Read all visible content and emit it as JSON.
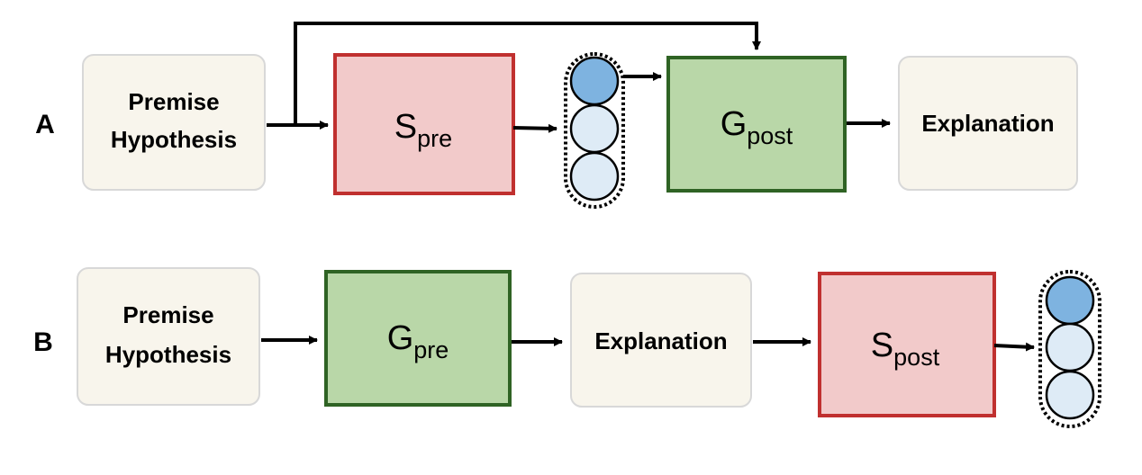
{
  "row_a": {
    "label": "A",
    "input_line1": "Premise",
    "input_line2": "Hypothesis",
    "model1": {
      "main": "S",
      "sub": "pre"
    },
    "model2": {
      "main": "G",
      "sub": "post"
    },
    "output": "Explanation"
  },
  "row_b": {
    "label": "B",
    "input_line1": "Premise",
    "input_line2": "Hypothesis",
    "model1": {
      "main": "G",
      "sub": "pre"
    },
    "middle": "Explanation",
    "model2": {
      "main": "S",
      "sub": "post"
    }
  },
  "colors": {
    "input_fill": "#f8f5ec",
    "input_stroke": "#d8d8d8",
    "selector_fill": "#f2caca",
    "selector_stroke": "#c0302f",
    "generator_fill": "#b9d7a8",
    "generator_stroke": "#2f6324",
    "class_selected": "#7eb3e0",
    "class_unselected": "#deebf6"
  }
}
